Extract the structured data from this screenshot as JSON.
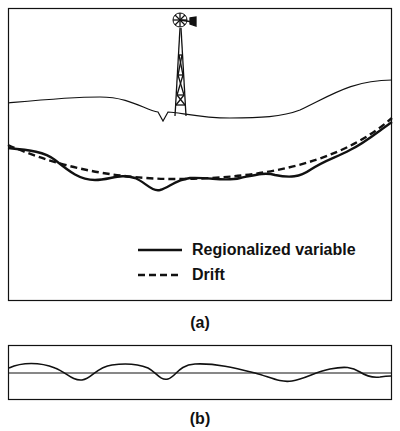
{
  "diagram": {
    "labels": [
      "(a)",
      "(b)"
    ],
    "legend": [
      {
        "text": "Regionalized variable"
      },
      {
        "text": "Drift"
      }
    ]
  }
}
